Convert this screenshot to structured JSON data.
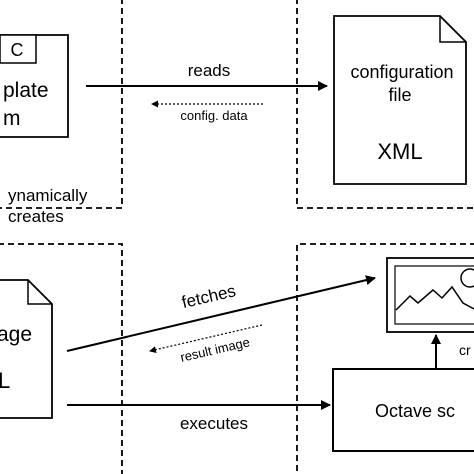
{
  "diagram": {
    "top_left_doc": {
      "corner_letter": "C",
      "line1": "plate",
      "line2": "m"
    },
    "config_doc": {
      "line1": "configuration",
      "line2": "file",
      "format": "XML"
    },
    "dynamically_label": "ynamically",
    "creates_label": "creates",
    "reads_label": "reads",
    "config_data_label": "config. data",
    "bottom_left_doc": {
      "line1": "age",
      "line2": "L"
    },
    "fetches_label": "fetches",
    "result_image_label": "result image",
    "executes_label": "executes",
    "octave_box_label": "Octave sc",
    "cropped_label": "cr"
  }
}
